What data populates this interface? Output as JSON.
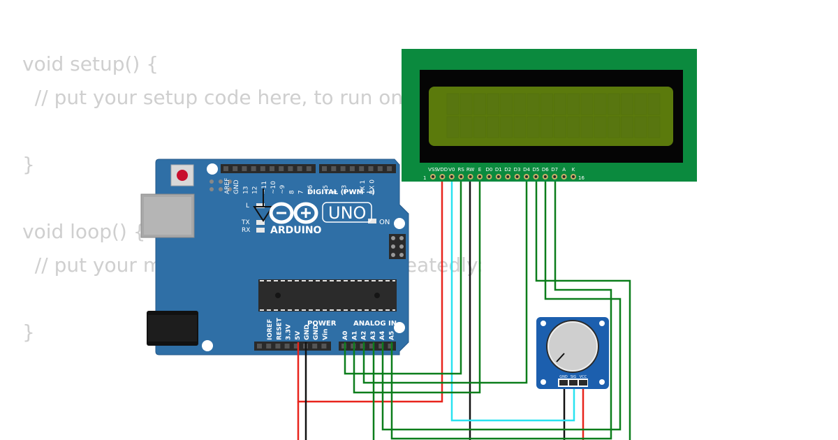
{
  "code_lines": [
    "void setup() {",
    "  // put your setup code here, to run once:",
    "",
    "}",
    "",
    "void loop() {",
    "  // put your main code here, to run repeatedly:",
    "",
    "}"
  ],
  "arduino": {
    "brand": "ARDUINO",
    "model": "UNO",
    "digital_label": "DIGITAL (PWM ~)",
    "power_label": "POWER",
    "analog_label": "ANALOG IN",
    "on_label": "ON",
    "l_label": "L",
    "tx_label": "TX",
    "rx_label": "RX",
    "digital_pins": [
      "AREF",
      "GND",
      "13",
      "12",
      "~11",
      "~10",
      "~9",
      "8",
      "7",
      "~6",
      "~5",
      "4",
      "~3",
      "2",
      "TX 1",
      "RX 0"
    ],
    "power_pins": [
      "IOREF",
      "RESET",
      "3.3V",
      "5V",
      "GND",
      "GND",
      "Vin"
    ],
    "analog_pins": [
      "A0",
      "A1",
      "A2",
      "A3",
      "A4",
      "A5"
    ]
  },
  "lcd": {
    "pin_labels": [
      "VSS",
      "VDD",
      "V0",
      "RS",
      "RW",
      "E",
      "D0",
      "D1",
      "D2",
      "D3",
      "D4",
      "D5",
      "D6",
      "D7",
      "A",
      "K"
    ],
    "first_pin": "1",
    "last_pin": "16"
  },
  "potentiometer": {
    "pin_labels": [
      "GND",
      "SIG",
      "VCC"
    ]
  },
  "colors": {
    "board": "#2f6fa6",
    "lcd_pcb": "#0b8a3e",
    "lcd_screen": "#5b7a0c",
    "wire_red": "#e8241c",
    "wire_black": "#111111",
    "wire_cyan": "#29e3f0",
    "wire_green": "#0b7d1b",
    "code_text": "#cfcfcf"
  }
}
